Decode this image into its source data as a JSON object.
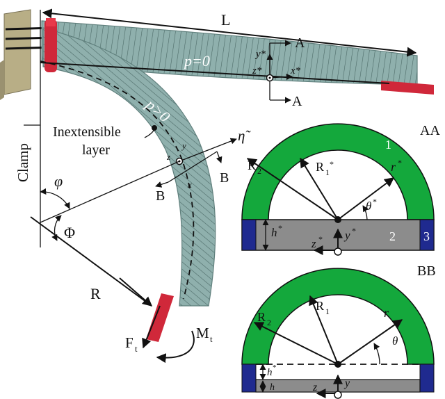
{
  "colors": {
    "tube": "#8fb0ad",
    "tube_dark": "#5f7f7c",
    "clamp": "#b8ae86",
    "tip_red": "#d0283a",
    "green_layer": "#14a83c",
    "gray_layer": "#8c8c8c",
    "blue_block": "#1f2a8f",
    "ink": "#111111"
  },
  "labels": {
    "L": "L",
    "A_top": "A",
    "A_bottom": "A",
    "p_zero": "p=0",
    "p_pos": "p>0",
    "y_star": "y*",
    "z_star": "z*",
    "x_star": "x*",
    "clamp": "Clamp",
    "inextensible_line1": "Inextensible",
    "inextensible_line2": "layer",
    "eta": "η̃",
    "y_small": "y",
    "z_small": "z",
    "x_small": "x",
    "B_left": "B",
    "B_right": "B",
    "phi": "φ",
    "Phi": "Φ",
    "R": "R",
    "Ft": "F",
    "Ft_sub": "t",
    "Mt": "M",
    "Mt_sub": "t"
  },
  "section_aa": {
    "title": "AA",
    "R2": "R",
    "R2_sub": "2",
    "R1": "R",
    "R1_sub": "1",
    "R1_sup": "*",
    "r": "r",
    "r_sup": "*",
    "theta": "θ",
    "theta_sup": "*",
    "h": "h",
    "h_sup": "*",
    "z": "z",
    "z_sup": "*",
    "y": "y",
    "y_sup": "*",
    "num1": "1",
    "num2": "2",
    "num3": "3"
  },
  "section_bb": {
    "title": "BB",
    "R2": "R",
    "R2_sub": "2",
    "R1": "R",
    "R1_sub": "1",
    "r": "r",
    "theta": "θ",
    "h_star": "h",
    "h_star_sup": "*",
    "h": "h",
    "z": "z",
    "y": "y"
  }
}
